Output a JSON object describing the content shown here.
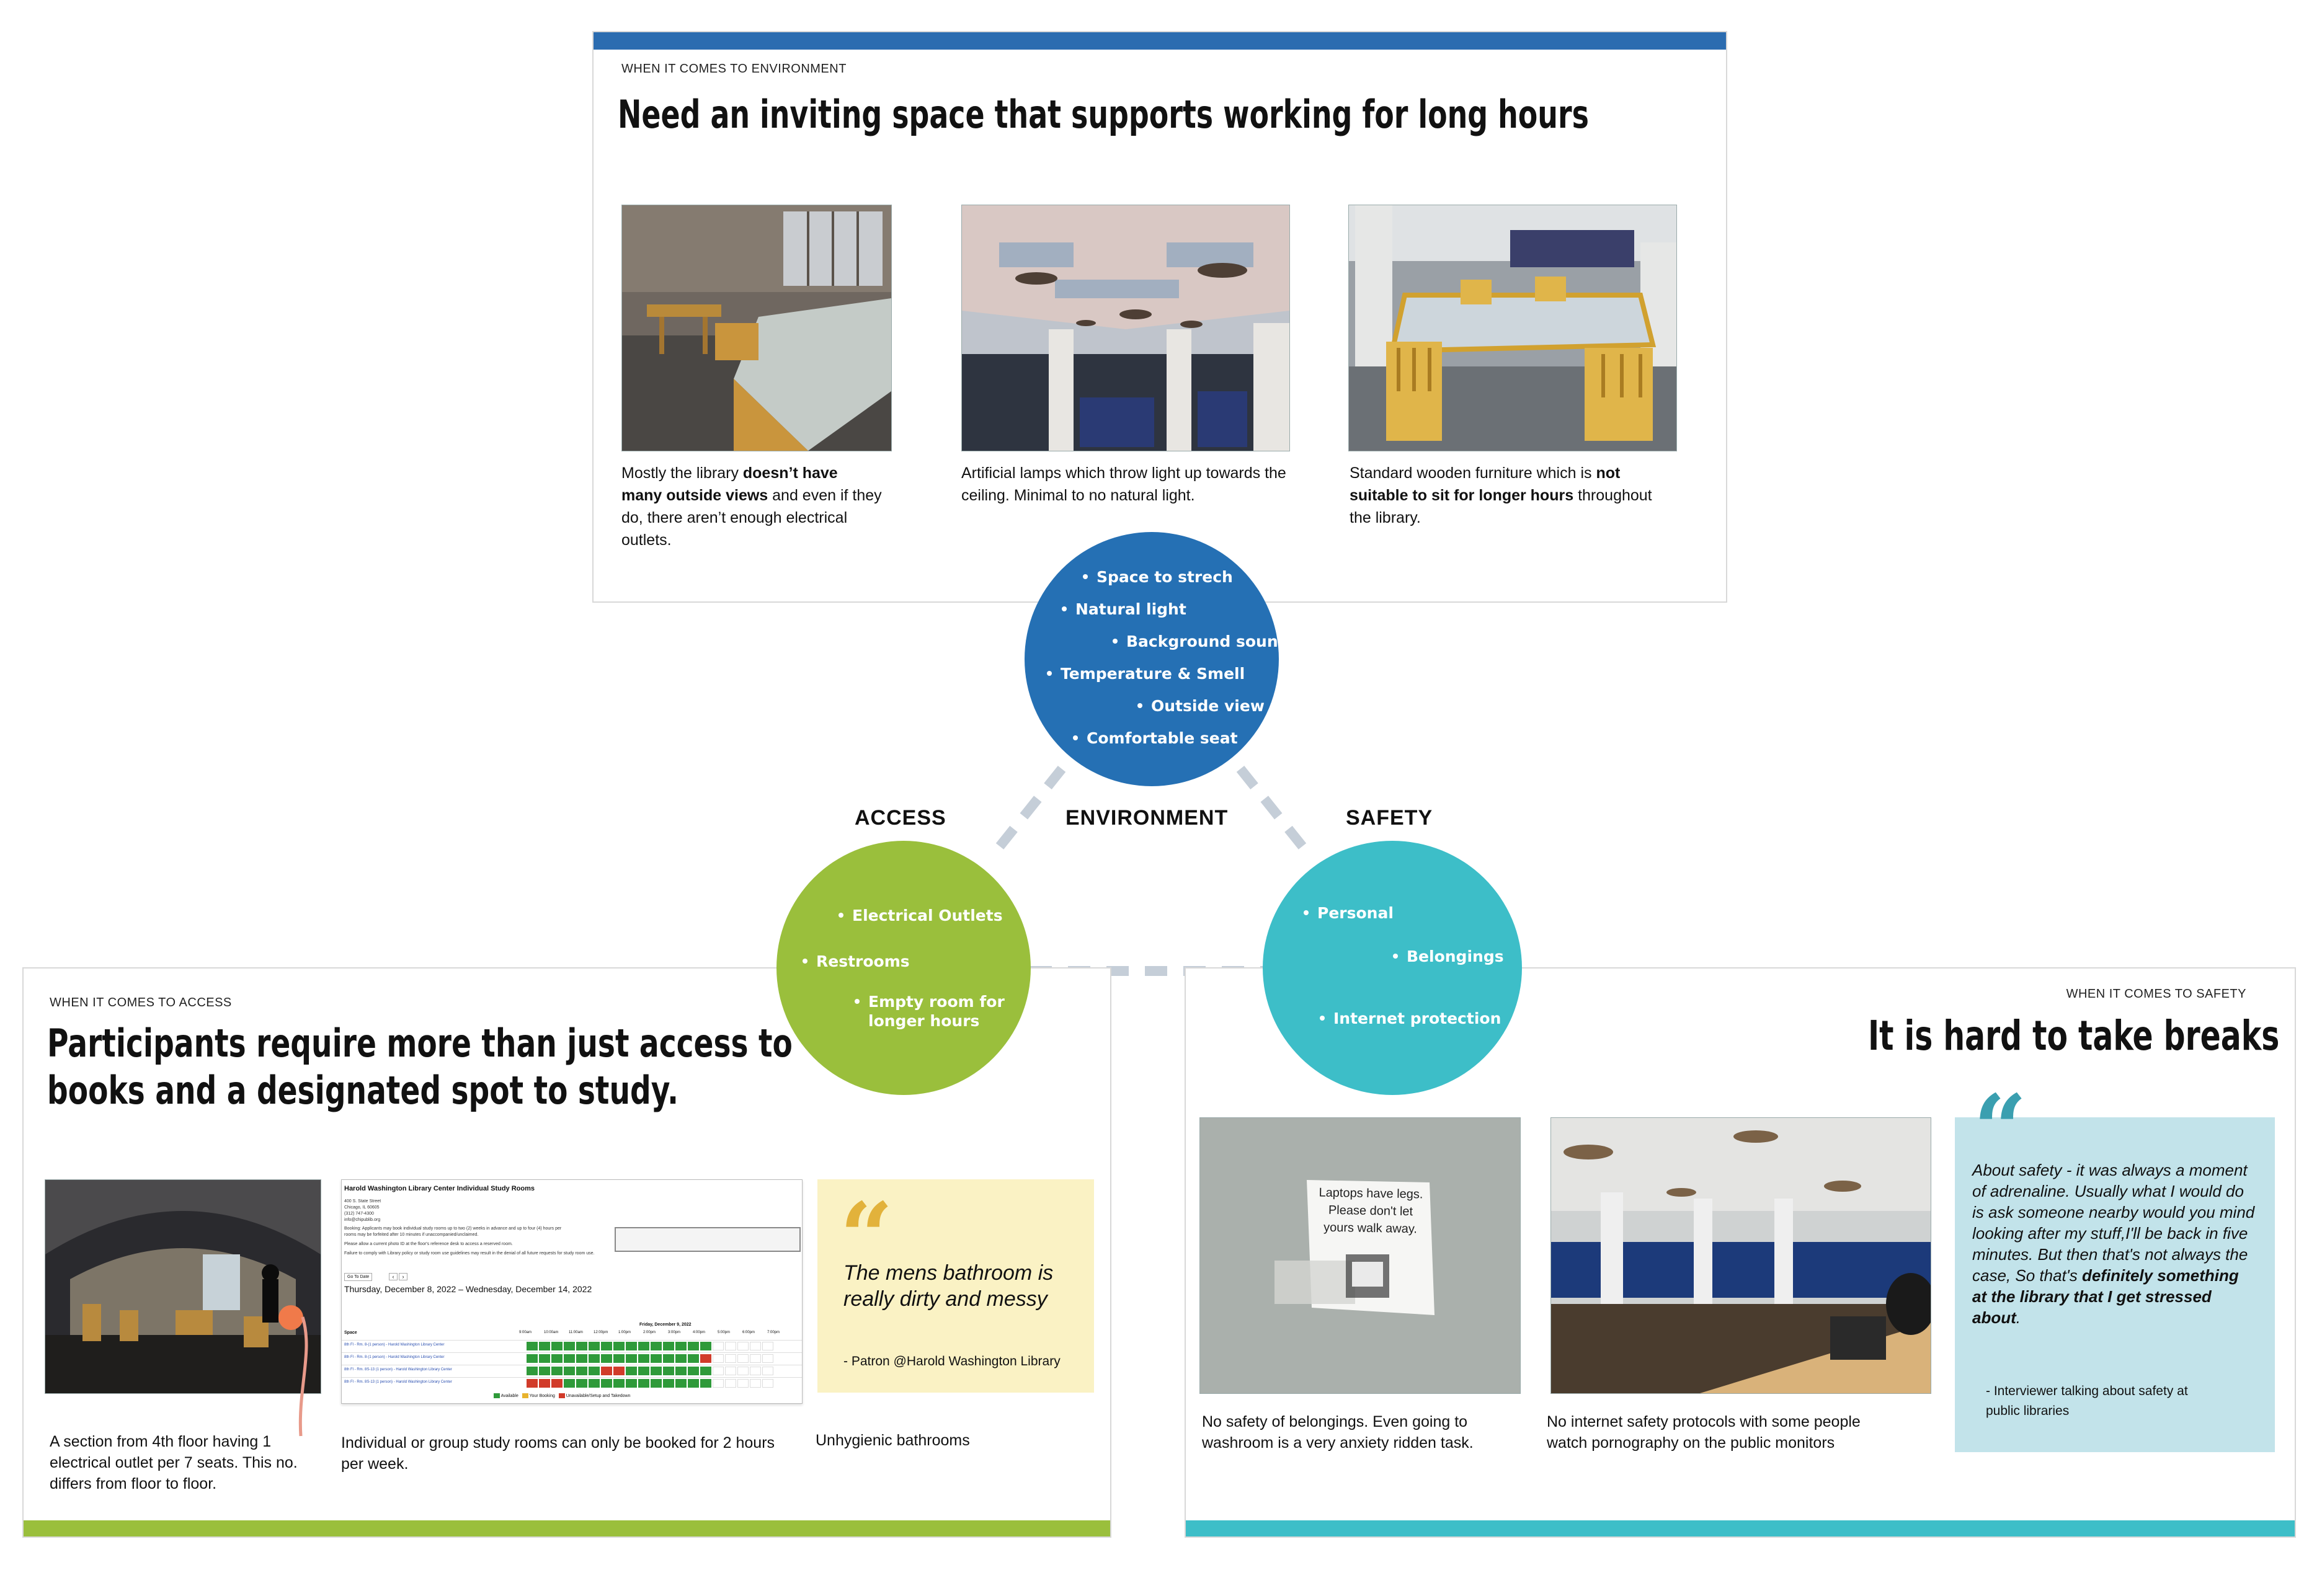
{
  "environment_card": {
    "eyebrow": "WHEN IT COMES TO ENVIRONMENT",
    "headline": "Need an inviting space that supports working for long hours",
    "accent_color": "#2b6cb0",
    "photos": [
      {
        "icon": "reading-room-photo",
        "caption_parts": [
          "Mostly the library ",
          "doesn’t have many outside views",
          " and even if they do, there aren’t enough electrical outlets."
        ]
      },
      {
        "icon": "ceiling-lamps-photo",
        "caption": "Artificial lamps which throw light up towards the ceiling. Minimal to no natural light."
      },
      {
        "icon": "wooden-furniture-photo",
        "caption_parts": [
          "Standard wooden furniture which is ",
          "not suitable to sit for longer hours",
          " throughout the library."
        ]
      }
    ]
  },
  "diagram": {
    "environment": {
      "label": "ENVIRONMENT",
      "color": "#2570b4",
      "items": [
        "Space to strech",
        "Natural light",
        "Background sound",
        "Temperature & Smell",
        "Outside view",
        "Comfortable seat"
      ]
    },
    "access": {
      "label": "ACCESS",
      "color": "#9abf3c",
      "items": [
        "Electrical Outlets",
        "Restrooms",
        "Empty room for",
        "longer hours"
      ]
    },
    "safety": {
      "label": "SAFETY",
      "color": "#3dbec8",
      "items": [
        "Personal",
        "Belongings",
        "Internet protection"
      ]
    },
    "connector_color": "#c5ced8"
  },
  "access_card": {
    "eyebrow": "WHEN IT COMES TO ACCESS",
    "headline_line1": "Participants require more than just access to",
    "headline_line2": "books and a designated spot to study.",
    "accent_color": "#9abf3c",
    "photo_caption": "A section from 4th floor having 1 electrical outlet per 7 seats. This no. differs from floor to floor.",
    "booking": {
      "title": "Harold Washington Library Center Individual Study Rooms",
      "address_lines": [
        "400 S. State Street",
        "Chicago, IL 60605",
        "(312) 747-4300",
        "info@chipublib.org"
      ],
      "booking_text": "Booking: Applicants may book individual study rooms up to two (2) weeks in advance and up to four (4) hours per",
      "booking_text2": "rooms may be forfeited after 10 minutes if unaccompanied/unclaimed.",
      "note1": "Please allow a current photo ID at the floor's reference desk to access a reserved room.",
      "note2": "Failure to comply with Library policy or study room use guidelines may result in the denial of all future requests for study room use.",
      "go_to_date": "Go To Date",
      "date_range": "Thursday, December 8, 2022 – Wednesday, December 14, 2022",
      "day_header": "Friday, December 9, 2022",
      "space_header": "Space",
      "times": [
        "9:00am",
        "10:00am",
        "11:00am",
        "12:00pm",
        "1:00pm",
        "2:00pm",
        "3:00pm",
        "4:00pm",
        "5:00pm",
        "6:00pm",
        "7:00pm"
      ],
      "rooms": [
        "8th Fl - Rm. 8-(1 person) - Harold Washington Library Center",
        "8th Fl - Rm. 8-(1 person) - Harold Washington Library Center",
        "8th Fl - Rm. 8S-13 (1 person) - Harold Washington Library Center",
        "8th Fl - Rm. 8S-13 (1 person) - Harold Washington Library Center"
      ],
      "legend": [
        "Available",
        "Your Booking",
        "Unavailable/Setup and Takedown"
      ],
      "caption": "Individual or group study rooms can only be booked for 2 hours per week."
    },
    "quote": {
      "text": "The mens bathroom is really dirty and messy",
      "attribution": "- Patron @Harold Washington Library",
      "bg": "#faf2c4",
      "mark_color": "#e2b23b",
      "caption": "Unhygienic bathrooms"
    }
  },
  "safety_card": {
    "eyebrow": "WHEN IT COMES TO SAFETY",
    "headline": "It is hard to take breaks",
    "accent_color": "#3dbec8",
    "sign_lines": [
      "Laptops have legs.",
      "Please don't let",
      "yours walk away."
    ],
    "photo1_caption": "No safety of belongings. Even going to washroom is a very anxiety ridden task.",
    "photo2_caption": "No internet safety protocols with some people watch pornography on the public monitors",
    "quote": {
      "text_parts": [
        "About safety - it was always a moment of adrenaline. Usually what I would do is ask someone nearby would you mind looking after my stuff,I'll be back in five minutes. But then that's not always the case, So that's ",
        "definitely something at the library that I get stressed about",
        "."
      ],
      "attribution": "- Interviewer talking about safety at public libraries",
      "bg": "#c2e3ea",
      "mark_color": "#3a9fb0"
    }
  }
}
